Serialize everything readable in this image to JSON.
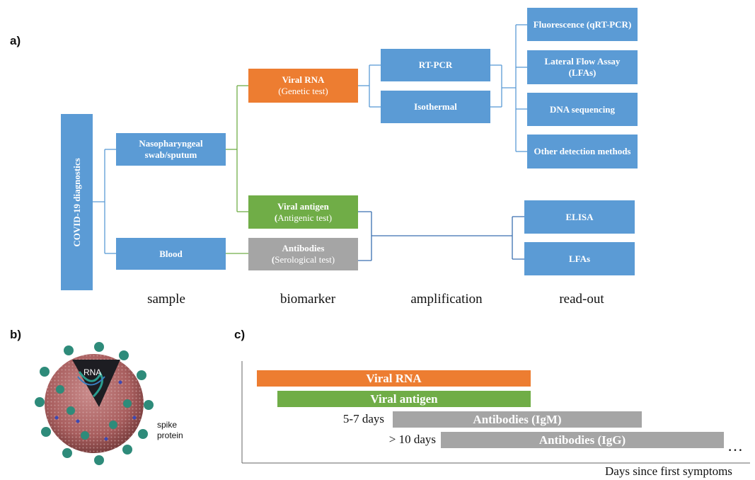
{
  "panel_a": {
    "letter": "a)",
    "root": "COVID-19 diagnostics",
    "samples": {
      "swab": "Nasopharyngeal swab/sputum",
      "blood": "Blood"
    },
    "biomarkers": {
      "rna": {
        "title": "Viral RNA",
        "sub": "(Genetic test)"
      },
      "antigen": {
        "title": "Viral antigen",
        "sub_prefix": "(",
        "sub": "Antigenic test)"
      },
      "antibodies": {
        "title": "Antibodies",
        "sub_prefix": "(",
        "sub": "Serological test)"
      }
    },
    "amplification": {
      "rtpcr": "RT-PCR",
      "isothermal": "Isothermal"
    },
    "readouts_rna": {
      "fluorescence": "Fluorescence (qRT-PCR)",
      "lfa": "Lateral Flow Assay (LFAs)",
      "dna_seq": "DNA sequencing",
      "other": "Other detection methods"
    },
    "readouts_protein": {
      "elisa": "ELISA",
      "lfas": "LFAs"
    },
    "stage_labels": {
      "sample": "sample",
      "biomarker": "biomarker",
      "amplification": "amplification",
      "readout": "read-out"
    },
    "colors": {
      "blue": "#5b9bd5",
      "orange": "#ed7d31",
      "green": "#70ad47",
      "gray": "#a5a5a5"
    }
  },
  "panel_b": {
    "letter": "b)",
    "rna_label": "RNA",
    "spike_label": "spike protein"
  },
  "panel_c": {
    "letter": "c)",
    "bars": {
      "rna": "Viral RNA",
      "antigen": "Viral antigen",
      "igm": "Antibodies (IgM)",
      "igg": "Antibodies (IgG)"
    },
    "notes": {
      "igm": "5-7 days",
      "igg": "> 10 days"
    },
    "x_axis_label": "Days since first symptoms",
    "ellipsis": "…"
  }
}
